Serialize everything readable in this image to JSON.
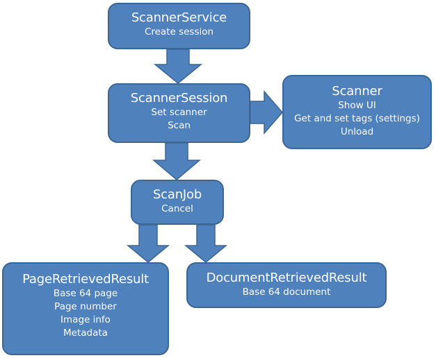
{
  "nodes": {
    "scanner_service": {
      "title": "ScannerService",
      "lines": [
        "Create session"
      ]
    },
    "scanner_session": {
      "title": "ScannerSession",
      "lines": [
        "Set scanner",
        "Scan"
      ]
    },
    "scanner": {
      "title": "Scanner",
      "lines": [
        "Show UI",
        "Get and set tags (settings)",
        "Unload"
      ]
    },
    "scan_job": {
      "title": "ScanJob",
      "lines": [
        "Cancel"
      ]
    },
    "page_retrieved_result": {
      "title": "PageRetrievedResult",
      "lines": [
        "Base 64 page",
        "Page number",
        "Image info",
        "Metadata"
      ]
    },
    "document_retrieved_result": {
      "title": "DocumentRetrievedResult",
      "lines": [
        "Base 64 document"
      ]
    }
  },
  "edges": [
    {
      "from": "scanner_service",
      "to": "scanner_session"
    },
    {
      "from": "scanner_session",
      "to": "scanner"
    },
    {
      "from": "scanner_session",
      "to": "scan_job"
    },
    {
      "from": "scan_job",
      "to": "page_retrieved_result"
    },
    {
      "from": "scan_job",
      "to": "document_retrieved_result"
    }
  ],
  "colors": {
    "box_fill": "#4f81bd",
    "box_border": "#3b6593",
    "text": "#ffffff"
  }
}
